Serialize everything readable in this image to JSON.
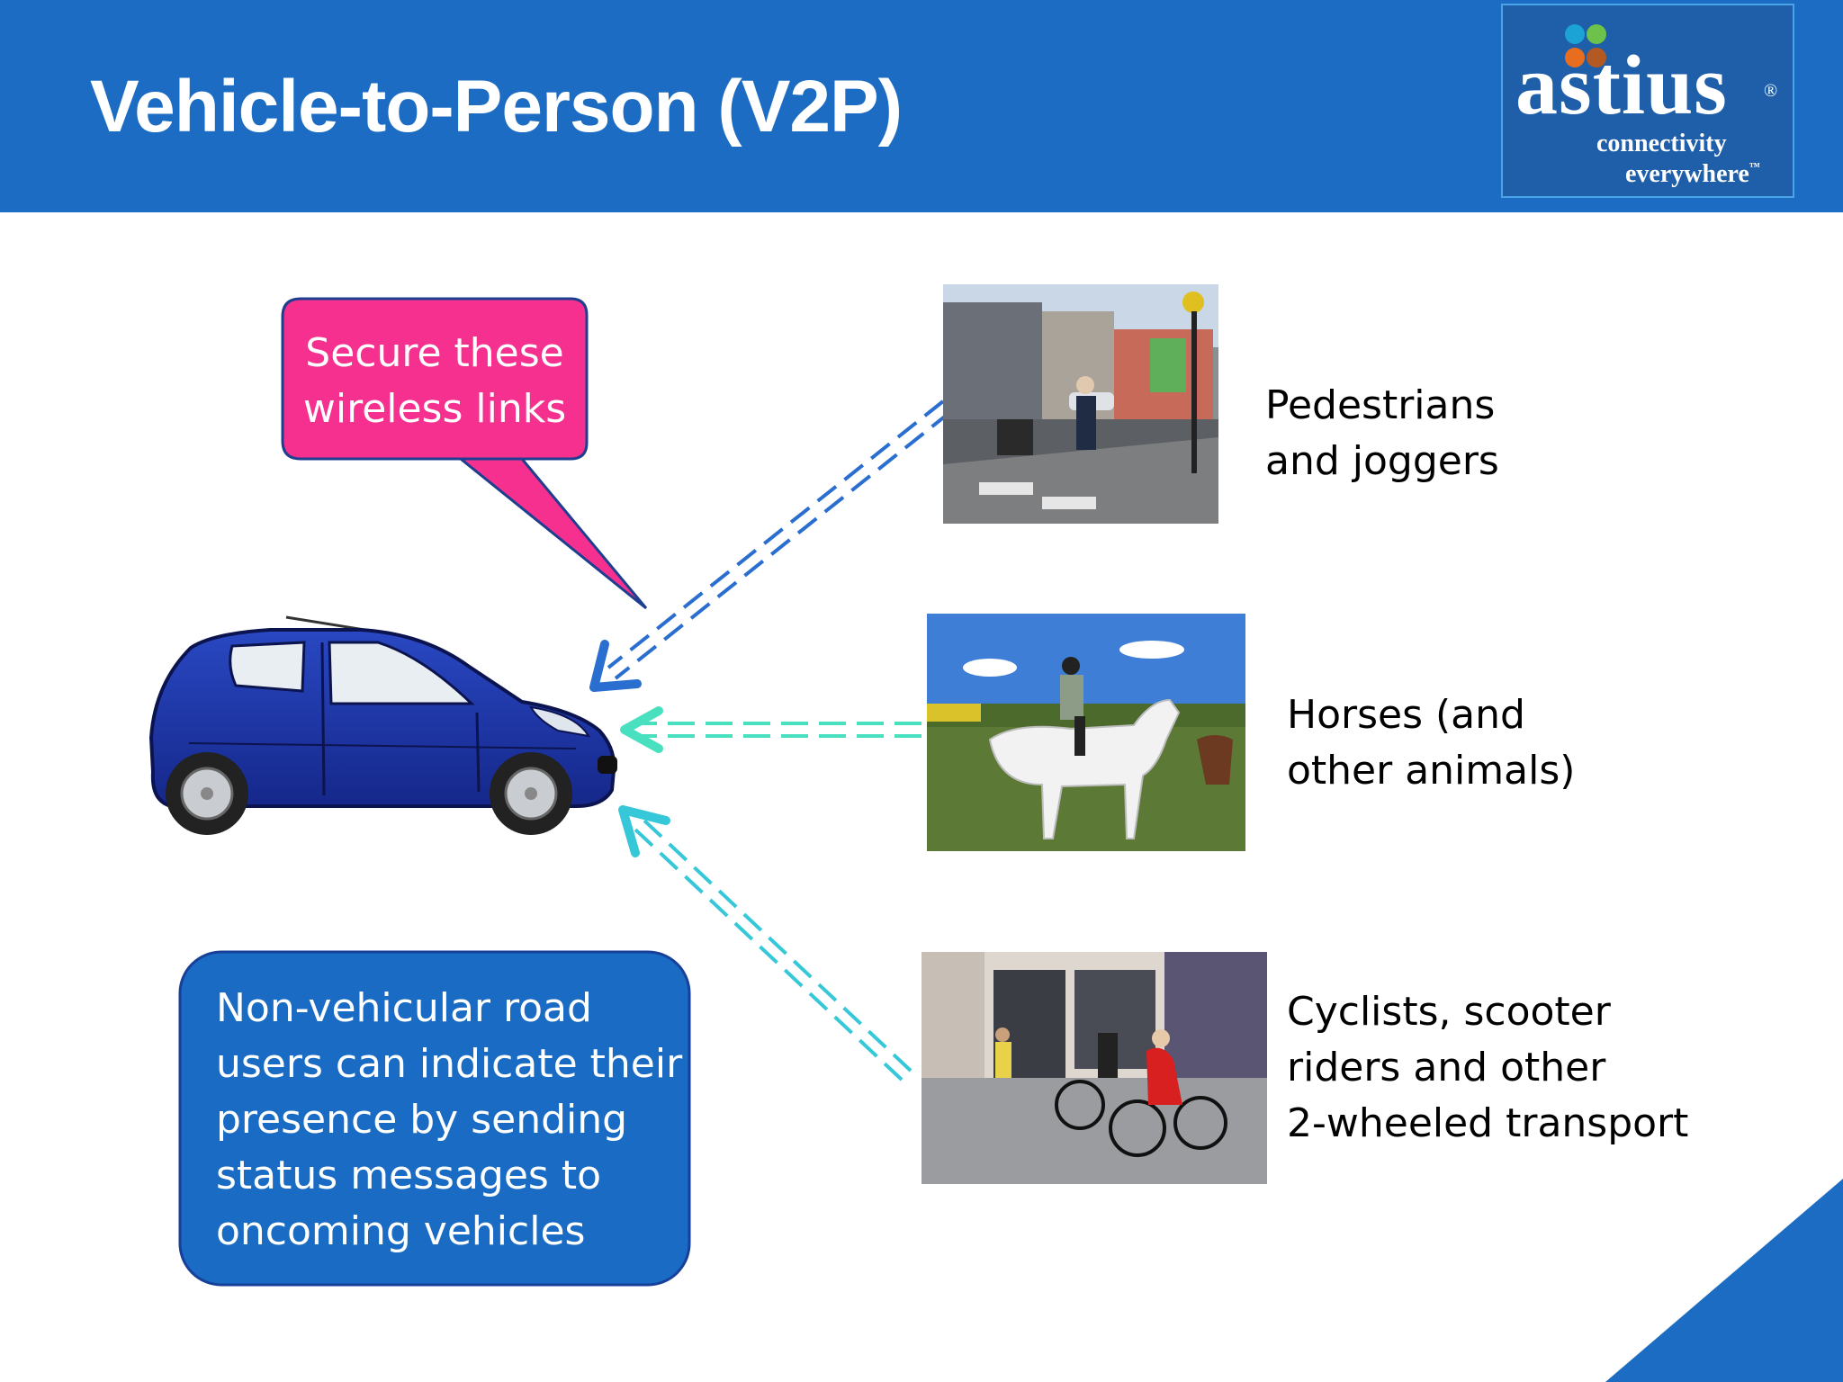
{
  "slide": {
    "title": "Vehicle-to-Person (V2P)"
  },
  "logo": {
    "word": "astius",
    "registered": "®",
    "tagline_line1": "connectivity",
    "tagline_line2": "everywhere",
    "trademark": "™",
    "dot_colors": [
      "#1ca3d6",
      "#6cc24a",
      "#e86d1f",
      "#b35a23"
    ]
  },
  "callout": {
    "text": "Secure these wireless links",
    "color": "#f5308f"
  },
  "info_box": {
    "text": "Non-vehicular road users can indicate their presence by sending status messages to oncoming vehicles",
    "color": "#1a6bc3"
  },
  "road_users": [
    {
      "label_line1": "Pedestrians",
      "label_line2": "and joggers",
      "link_color": "#2a6ed0"
    },
    {
      "label_line1": "Horses (and",
      "label_line2": "other animals)",
      "link_color": "#49e0c0"
    },
    {
      "label_line1": "Cyclists, scooter",
      "label_line2": "riders and other",
      "label_line3": "2-wheeled transport",
      "link_color": "#36c8d8"
    }
  ],
  "colors": {
    "header": "#1b6cc2",
    "car_body": "#1e37a8"
  }
}
